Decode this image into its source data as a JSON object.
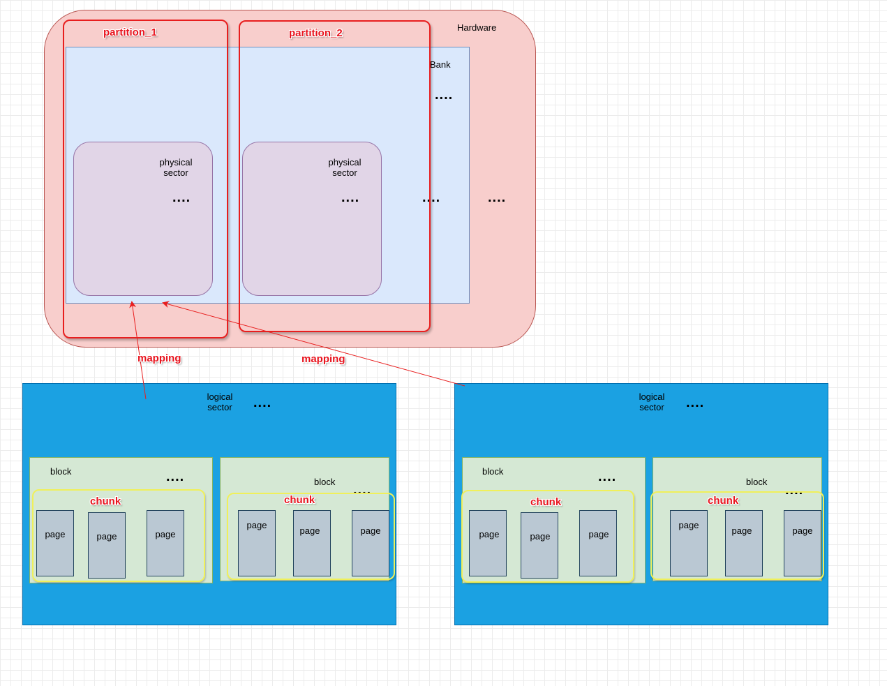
{
  "hardware": {
    "label": "Hardware",
    "dots": "....",
    "bank": {
      "label": "Bank",
      "dots_top": "....",
      "dots_mid": "....",
      "physical_sectors": [
        {
          "label_line1": "physical",
          "label_line2": "sector",
          "dots": "...."
        },
        {
          "label_line1": "physical",
          "label_line2": "sector",
          "dots": "...."
        }
      ]
    },
    "partitions": [
      "partition_1",
      "partition_2"
    ]
  },
  "mappings": [
    "mapping",
    "mapping"
  ],
  "logical_sectors": [
    {
      "label_line1": "logical",
      "label_line2": "sector",
      "dots": "....",
      "blocks": [
        {
          "label": "block",
          "dots": "....",
          "chunk": "chunk",
          "pages": [
            "page",
            "page",
            "page"
          ]
        },
        {
          "label": "block",
          "dots": "....",
          "chunk": "chunk",
          "pages": [
            "page",
            "page",
            "page"
          ]
        }
      ]
    },
    {
      "label_line1": "logical",
      "label_line2": "sector",
      "dots": "....",
      "blocks": [
        {
          "label": "block",
          "dots": "....",
          "chunk": "chunk",
          "pages": [
            "page",
            "page",
            "page"
          ]
        },
        {
          "label": "block",
          "dots": "....",
          "chunk": "chunk",
          "pages": [
            "page",
            "page",
            "page"
          ]
        }
      ]
    }
  ],
  "colors": {
    "hardware_fill": "#f8cecc",
    "bank_fill": "#dae8fc",
    "physical_sector_fill": "#e1d5e7",
    "partition_stroke": "#e81e1e",
    "logical_sector_fill": "#1ba1e2",
    "block_fill": "#d5e8d4",
    "chunk_stroke": "#f0f05a",
    "page_fill": "#bac8d3",
    "mapping_arrow": "#e81e1e"
  }
}
